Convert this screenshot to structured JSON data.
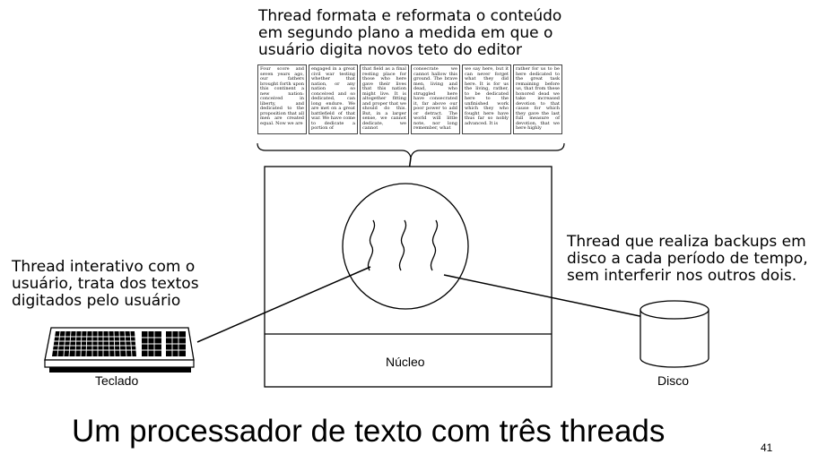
{
  "captions": {
    "top": [
      "Thread formata e reformata o conteúdo",
      "em segundo plano a medida em que o",
      "usuário digita novos teto do editor"
    ],
    "left": [
      "Thread interativo com o",
      "usuário, trata dos textos",
      "digitados pelo usuário"
    ],
    "right": [
      "Thread que realiza backups em",
      "disco a cada período de tempo,",
      "sem interferir nos outros dois."
    ]
  },
  "labels": {
    "core": "Núcleo",
    "keyboard": "Teclado",
    "disk": "Disco"
  },
  "documents": [
    "Four score and seven years ago, our fathers brought forth upon this continent a new nation: conceived in liberty, and dedicated to the proposition that all men are created equal. Now we are",
    "engaged in a great civil war testing whether that nation, or any nation so conceived and so dedicated, can long endure. We are met on a great battlefield of that war. We have come to dedicate a portion of",
    "that field as a final resting place for those who here gave their lives that this nation might live. It is altogether fitting and proper that we should do this. But, in a larger sense, we cannot dedicate, we cannot",
    "consecrate we cannot hallow this ground. The brave men, living and dead, who struggled here have consecrated it, far above our poor power to add or detract. The world will little note, nor long remember, what",
    "we say here, but it can never forget what they did here. It is for us the living, rather, to be dedicated here to the unfinished work which they who fought here have thus far so nobly advanced. It is",
    "rather for us to be here dedicated to the great task remaining before us, that from these honored dead we take increased devotion to that cause for which they gave the last full measure of devotion, that we here highly"
  ],
  "title": "Um processador de texto com três threads",
  "page_number": "41",
  "icons": [
    "keyboard-icon",
    "disk-icon",
    "thread-squiggle-icon"
  ]
}
